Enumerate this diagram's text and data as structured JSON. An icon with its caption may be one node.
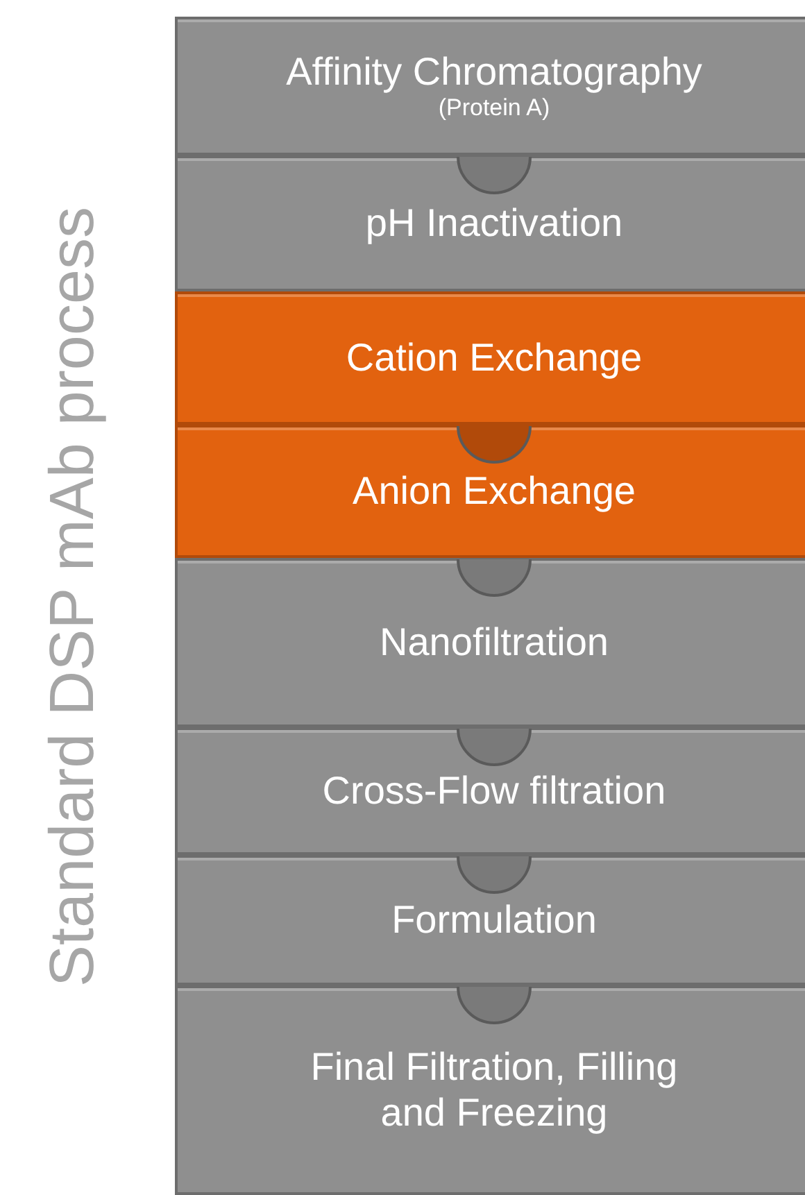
{
  "diagram": {
    "title": "Standard DSP mAb process",
    "nodes": [
      {
        "text": [
          "Affinity Chromatography",
          "(Protein A)"
        ]
      },
      {
        "text": [
          "pH Inactivation"
        ]
      },
      {
        "text": [
          "Cation Exchange"
        ]
      },
      {
        "text": [
          "Anion Exchange"
        ]
      },
      {
        "text": [
          "Nanofiltration"
        ]
      },
      {
        "text": [
          "Cross-Flow filtration"
        ]
      },
      {
        "text": [
          "Formulation"
        ]
      },
      {
        "text": [
          "Final Filtration, Filling and Freezing"
        ]
      }
    ]
  }
}
